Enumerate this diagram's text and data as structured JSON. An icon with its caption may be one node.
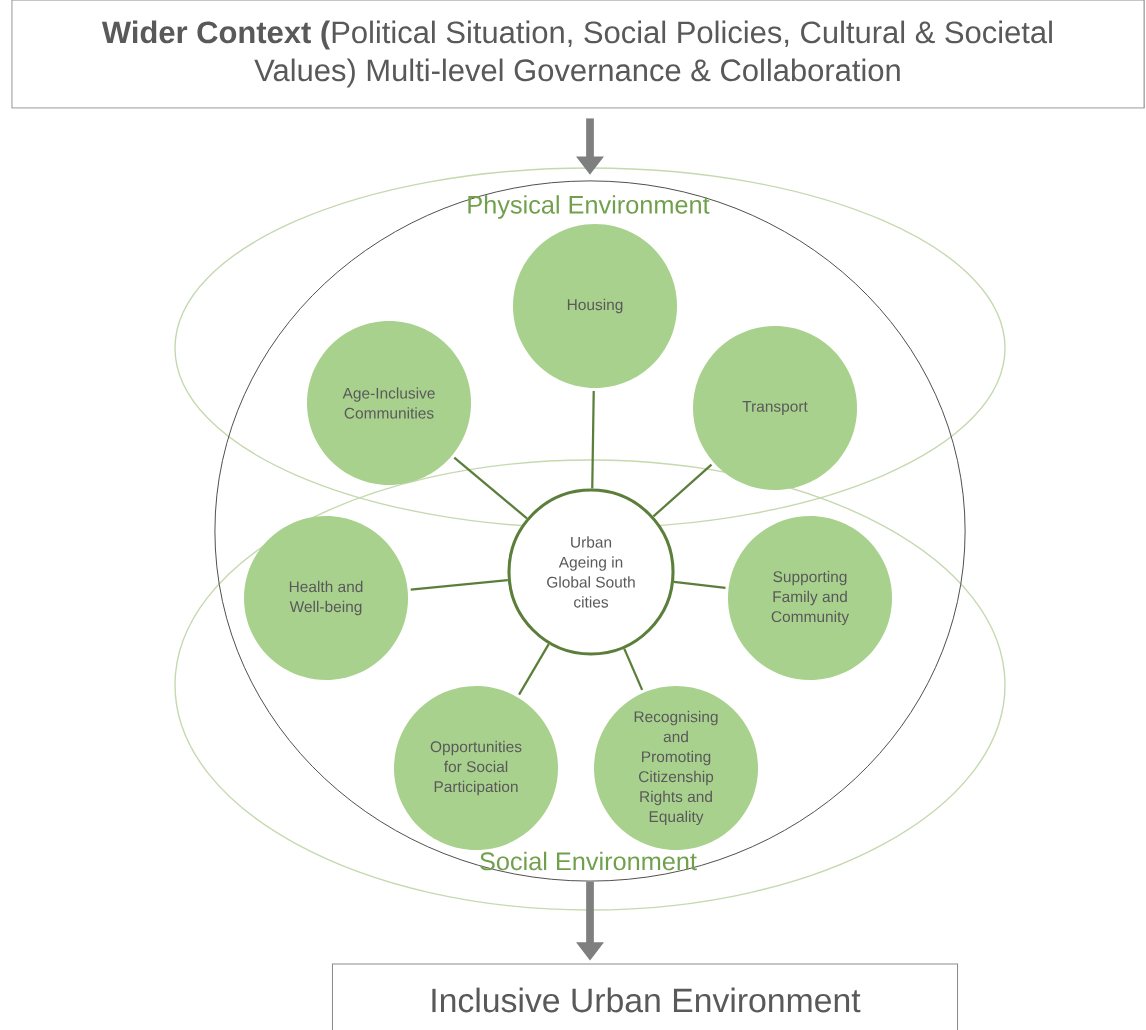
{
  "diagram": {
    "nodes": [
      {
        "text": [
          "**Wider Context (**Political Situation, Social Policies, Cultural & Societal Values) Multi-level Governance & Collaboration"
        ]
      },
      {
        "text": [],
        "shape": "circle"
      },
      {
        "text": [
          "Housing"
        ],
        "in": 1
      },
      {
        "text": [
          "Age-Inclusive Communities"
        ],
        "in": 1
      },
      {
        "text": [
          "Transport"
        ],
        "in": 1
      },
      {
        "text": [
          "Urban Ageing in Global South cities"
        ],
        "in": 1
      },
      {
        "text": [
          "Health and Well-being"
        ],
        "in": 1
      },
      {
        "text": [
          "Supporting Family and Community"
        ],
        "in": 1
      },
      {
        "text": [
          "Opportunities for Social Participation"
        ],
        "in": 1
      },
      {
        "text": [
          "Recognising and Promoting Citizenship Rights and Equality"
        ],
        "in": 1
      },
      {
        "text": [
          "Inclusive Urban Environment"
        ]
      }
    ],
    "edges": [
      {
        "from": 0,
        "to": 1,
        "arrow": "to",
        "style": "thick",
        "color": "#7f7f7f"
      },
      {
        "from": 5,
        "to": 2,
        "arrow": "none"
      },
      {
        "from": 5,
        "to": 3,
        "arrow": "none"
      },
      {
        "from": 5,
        "to": 4,
        "arrow": "none"
      },
      {
        "from": 5,
        "to": 6,
        "arrow": "none"
      },
      {
        "from": 5,
        "to": 7,
        "arrow": "none"
      },
      {
        "from": 5,
        "to": 8,
        "arrow": "none"
      },
      {
        "from": 5,
        "to": 9,
        "arrow": "none"
      },
      {
        "from": 1,
        "to": 10,
        "arrow": "to",
        "style": "thick",
        "color": "#7f7f7f"
      }
    ],
    "labels": [
      "Physical Environment",
      "Social Environment"
    ]
  }
}
